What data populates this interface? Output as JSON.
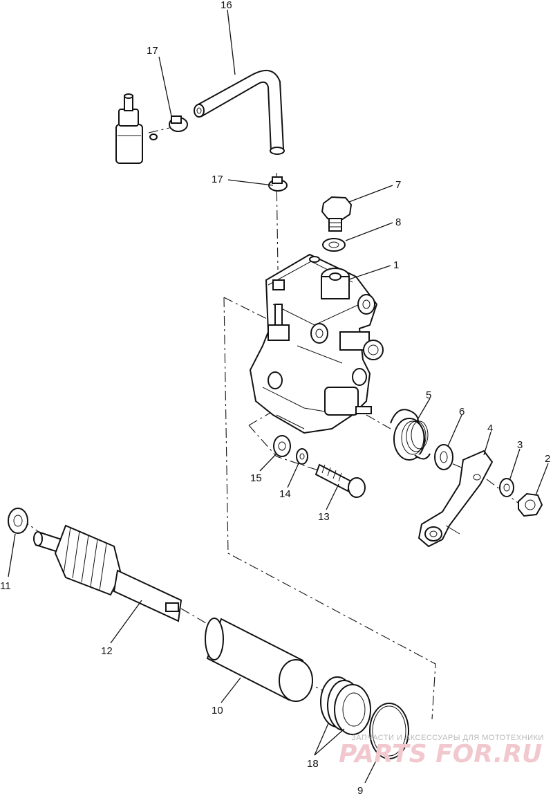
{
  "callouts": [
    {
      "id": "16",
      "label": "16"
    },
    {
      "id": "17a",
      "label": "17"
    },
    {
      "id": "17b",
      "label": "17"
    },
    {
      "id": "7",
      "label": "7"
    },
    {
      "id": "8",
      "label": "8"
    },
    {
      "id": "1",
      "label": "1"
    },
    {
      "id": "5",
      "label": "5"
    },
    {
      "id": "6",
      "label": "6"
    },
    {
      "id": "4",
      "label": "4"
    },
    {
      "id": "3",
      "label": "3"
    },
    {
      "id": "2",
      "label": "2"
    },
    {
      "id": "15",
      "label": "15"
    },
    {
      "id": "14",
      "label": "14"
    },
    {
      "id": "13",
      "label": "13"
    },
    {
      "id": "11",
      "label": "11"
    },
    {
      "id": "12",
      "label": "12"
    },
    {
      "id": "10",
      "label": "10"
    },
    {
      "id": "18",
      "label": "18"
    },
    {
      "id": "9",
      "label": "9"
    }
  ],
  "watermark": {
    "tagline": "ЗАПЧАСТИ И АКСЕССУАРЫ ДЛЯ МОТОТЕХНИКИ",
    "brand": "PARTS FOR.RU"
  }
}
